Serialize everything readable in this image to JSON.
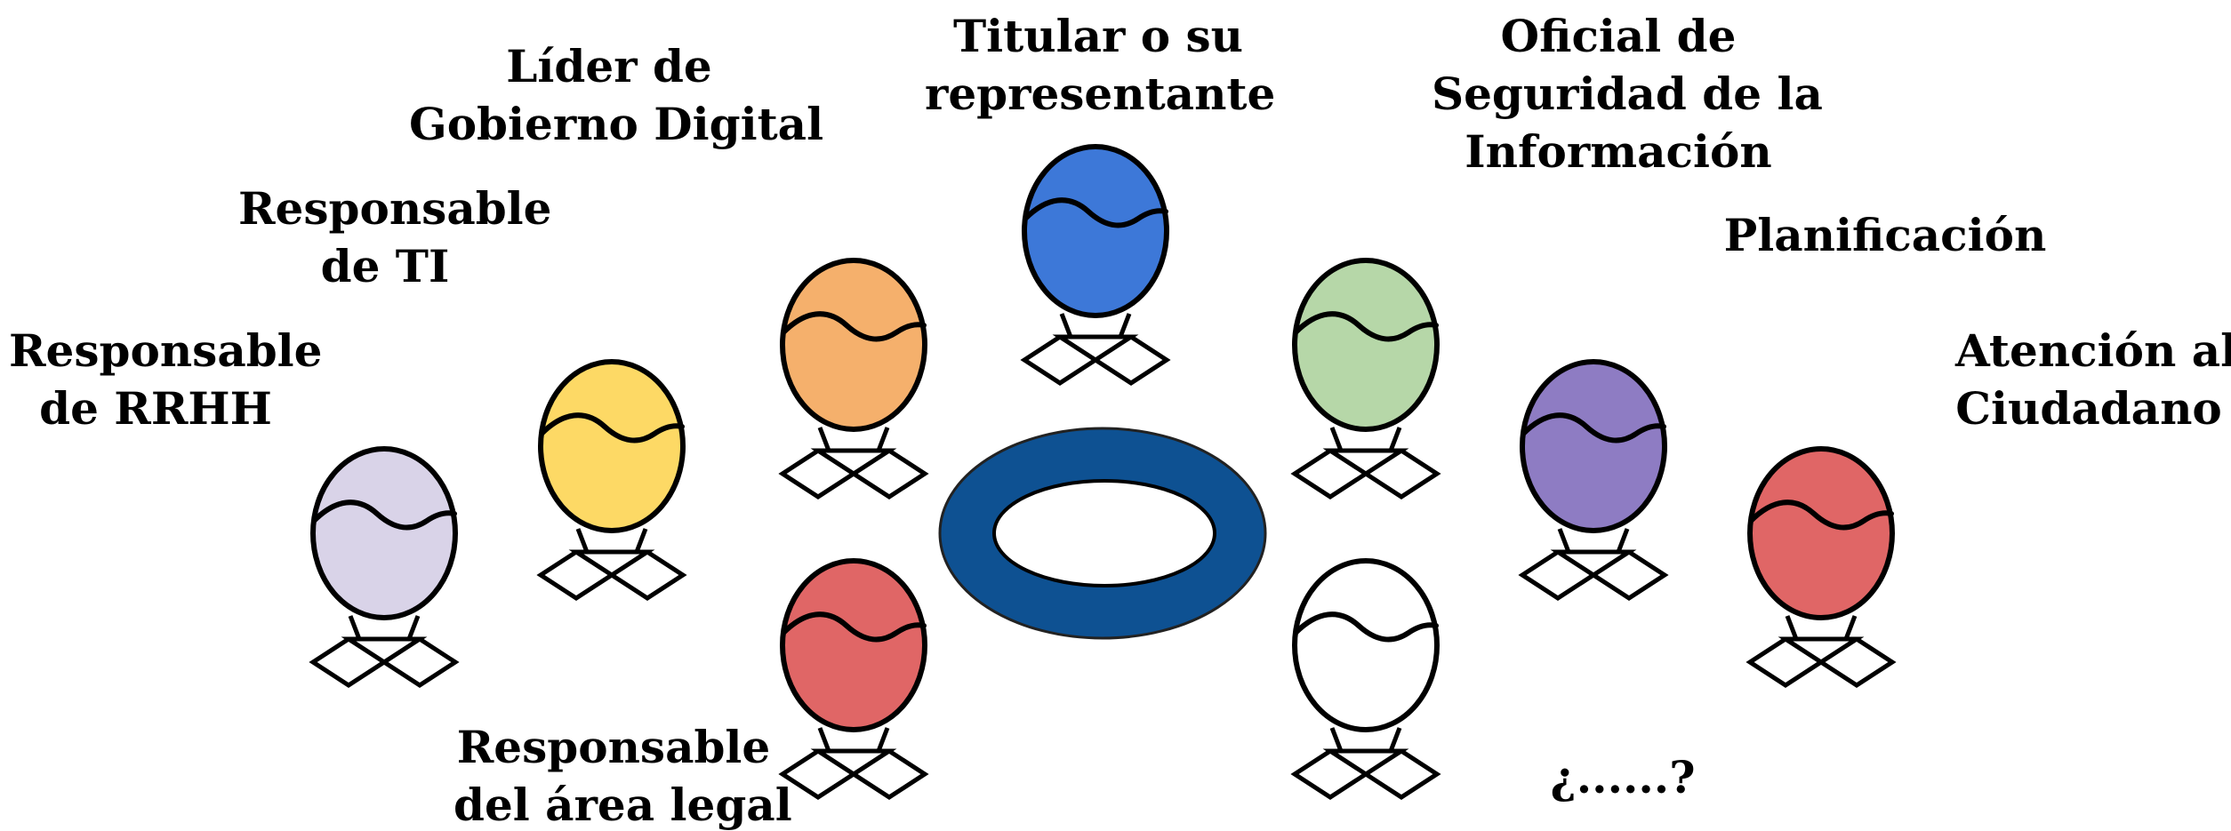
{
  "colors": {
    "outline": "#000000",
    "table": "#0e5192",
    "background": "#ffffff"
  },
  "table": {
    "name": "table-ring-icon"
  },
  "figures": [
    {
      "id": "rrhh",
      "name": "figure-responsable-rrhh",
      "color": "#d9d3e8"
    },
    {
      "id": "ti",
      "name": "figure-responsable-ti",
      "color": "#fdd965"
    },
    {
      "id": "gobierno",
      "name": "figure-lider-gobierno-digital",
      "color": "#f5b06c"
    },
    {
      "id": "legal",
      "name": "figure-responsable-area-legal",
      "color": "#e06666"
    },
    {
      "id": "titular",
      "name": "figure-titular-representante",
      "color": "#3d78d8"
    },
    {
      "id": "seguridad",
      "name": "figure-oficial-seguridad",
      "color": "#b6d7a8"
    },
    {
      "id": "unknown",
      "name": "figure-unknown",
      "color": "#ffffff"
    },
    {
      "id": "plan",
      "name": "figure-planificacion",
      "color": "#8e7cc3"
    },
    {
      "id": "ciudadano",
      "name": "figure-atencion-ciudadano",
      "color": "#e06666"
    }
  ],
  "labels": {
    "rrhh": {
      "line1": "Responsable",
      "line2": "de RRHH"
    },
    "ti": {
      "line1": "Responsable",
      "line2": "de TI"
    },
    "gobierno": {
      "line1": "Líder de",
      "line2": "Gobierno Digital"
    },
    "titular": {
      "line1": "Titular o su",
      "line2": "representante"
    },
    "seguridad": {
      "line1": "Oficial de",
      "line2": "Seguridad de la",
      "line3": "Información"
    },
    "plan": {
      "line1": "Planificación"
    },
    "ciudadano": {
      "line1": "Atención al",
      "line2": "Ciudadano"
    },
    "legal": {
      "line1": "Responsable",
      "line2": "del área legal"
    },
    "unknown": {
      "line1": "¿......?"
    }
  }
}
